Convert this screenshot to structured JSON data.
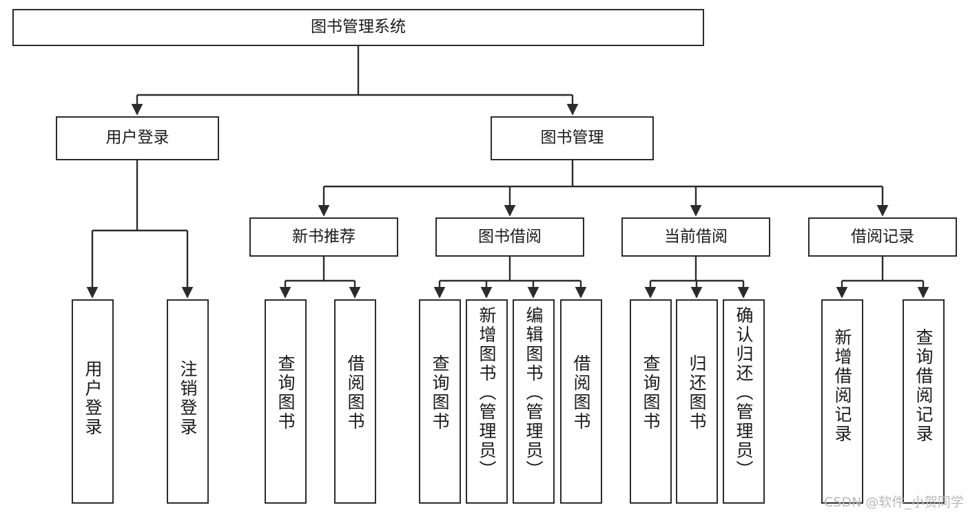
{
  "diagram": {
    "title": "图书管理系统",
    "type": "tree-structure-chart",
    "root": {
      "id": "root",
      "label": "图书管理系统"
    },
    "level2": [
      {
        "id": "user-login",
        "label": "用户登录"
      },
      {
        "id": "book-manage",
        "label": "图书管理"
      }
    ],
    "level3": [
      {
        "id": "new-book-recommend",
        "label": "新书推荐"
      },
      {
        "id": "book-borrow",
        "label": "图书借阅"
      },
      {
        "id": "current-borrow",
        "label": "当前借阅"
      },
      {
        "id": "borrow-record",
        "label": "借阅记录"
      }
    ],
    "leaves": {
      "user_login": [
        {
          "id": "leaf-user-login",
          "label": "用户登录"
        },
        {
          "id": "leaf-logout-login",
          "label": "注销登录"
        }
      ],
      "new_book_recommend": [
        {
          "id": "leaf-query-book-1",
          "label": "查询图书"
        },
        {
          "id": "leaf-borrow-book-1",
          "label": "借阅图书"
        }
      ],
      "book_borrow": [
        {
          "id": "leaf-query-book-2",
          "label": "查询图书"
        },
        {
          "id": "leaf-add-book",
          "label": "新增图书（管理员）"
        },
        {
          "id": "leaf-edit-book",
          "label": "编辑图书（管理员）"
        },
        {
          "id": "leaf-borrow-book-2",
          "label": "借阅图书"
        }
      ],
      "current_borrow": [
        {
          "id": "leaf-query-book-3",
          "label": "查询图书"
        },
        {
          "id": "leaf-return-book",
          "label": "归还图书"
        },
        {
          "id": "leaf-confirm-return",
          "label": "确认归还（管理员）"
        }
      ],
      "borrow_record": [
        {
          "id": "leaf-add-record",
          "label": "新增借阅记录"
        },
        {
          "id": "leaf-query-record",
          "label": "查询借阅记录"
        }
      ]
    }
  },
  "watermark": {
    "text": "CSDN @软件_小贺同学"
  },
  "colors": {
    "stroke": "#2b2b2b",
    "background": "#ffffff",
    "text": "#1a1a1a",
    "watermark": "#b9b9b9"
  }
}
